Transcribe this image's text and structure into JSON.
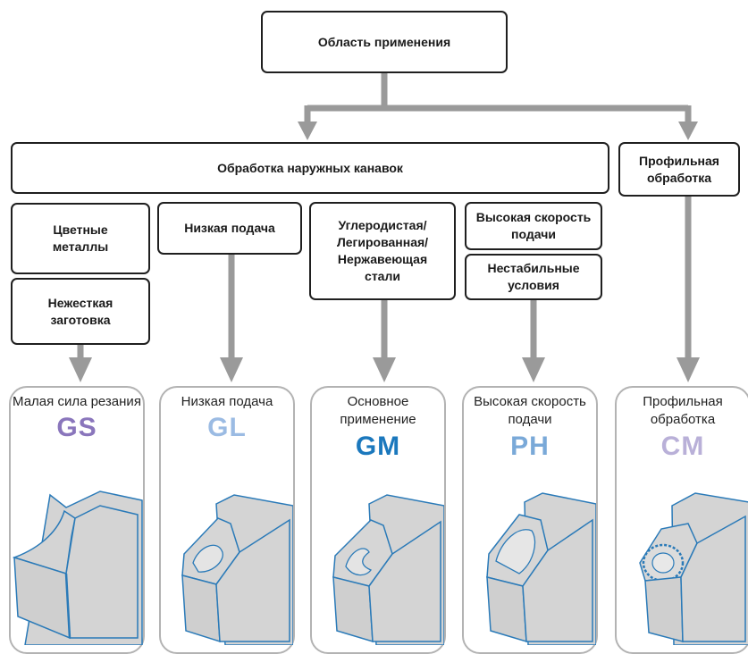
{
  "root": "Область применения",
  "external_grooving": "Обработка наружных канавок",
  "profiling": "Профильная обработка",
  "conditions": {
    "gs_a": "Цветные металлы",
    "gs_b": "Нежесткая заготовка",
    "gl": "Низкая подача",
    "gm": "Углеродистая/ Легированная/ Нержавеющая стали",
    "ph_a": "Высокая скорость подачи",
    "ph_b": "Нестабильные условия"
  },
  "inserts": [
    {
      "description": "Малая сила резания",
      "code": "GS",
      "color": "#8a76bc"
    },
    {
      "description": "Низкая подача",
      "code": "GL",
      "color": "#9bbbe3"
    },
    {
      "description": "Основное применение",
      "code": "GM",
      "color": "#1b78bd"
    },
    {
      "description": "Высокая скорость подачи",
      "code": "PH",
      "color": "#7aa9d8"
    },
    {
      "description": "Профильная обработка",
      "code": "CM",
      "color": "#b9b0d8"
    }
  ],
  "colors": {
    "arrow": "#9a9a9a",
    "card_border": "#b3b3b3",
    "insert_fill": "#d4d4d4",
    "insert_edge": "#2a7ab8"
  }
}
